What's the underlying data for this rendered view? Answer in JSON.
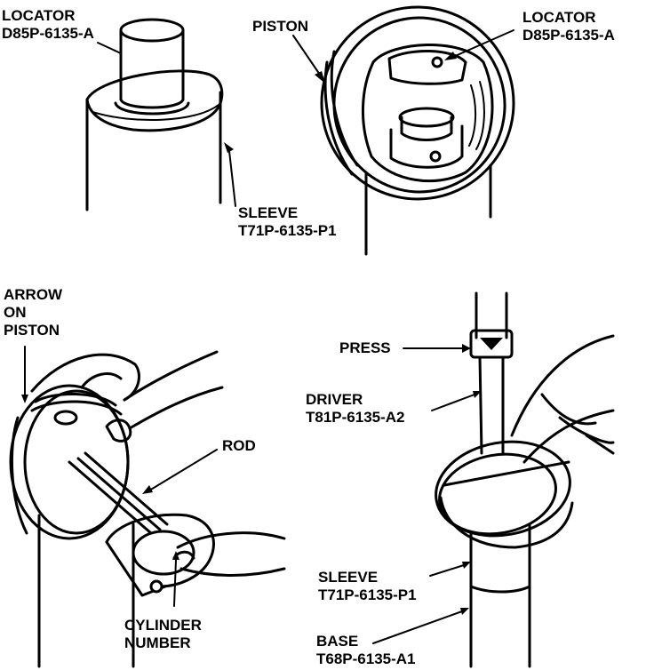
{
  "labels": {
    "locator_left": [
      "LOCATOR",
      "D85P-6135-A"
    ],
    "piston_top": "PISTON",
    "locator_right": [
      "LOCATOR",
      "D85P-6135-A"
    ],
    "sleeve_top": [
      "SLEEVE",
      "T71P-6135-P1"
    ],
    "arrow_on_piston": [
      "ARROW",
      "ON",
      "PISTON"
    ],
    "rod": "ROD",
    "cylinder_number": [
      "CYLINDER",
      "NUMBER"
    ],
    "press": "PRESS",
    "driver": [
      "DRIVER",
      "T81P-6135-A2"
    ],
    "sleeve_bottom": [
      "SLEEVE",
      "T71P-6135-P1"
    ],
    "base": [
      "BASE",
      "T68P-6135-A1"
    ]
  },
  "colors": {
    "ink": "#000000",
    "paper": "#ffffff"
  }
}
